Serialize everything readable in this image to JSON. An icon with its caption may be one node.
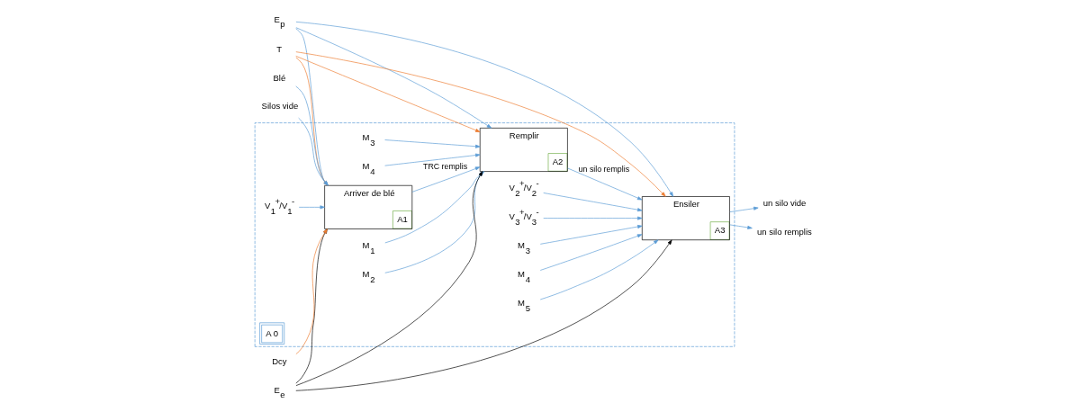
{
  "diagram": {
    "nodes": [
      {
        "text": [
          "A 0"
        ]
      },
      {
        "text": [
          "Arriver de blé",
          "A1"
        ],
        "in": 0
      },
      {
        "text": [
          "Remplir",
          "A2"
        ],
        "in": 0
      },
      {
        "text": [
          "Ensiler",
          "A3"
        ],
        "in": 0
      },
      {
        "text": [
          "E$_{p}$"
        ]
      },
      {
        "text": [
          "E$_{e}$"
        ]
      },
      {
        "text": [
          "Dcy"
        ]
      },
      {
        "text": [
          "T"
        ]
      },
      {
        "text": [
          "Blé"
        ]
      },
      {
        "text": [
          "Silos vide"
        ]
      },
      {
        "text": [
          "V$_{1}$$^{+}$/V$_{1}$$^{-}$"
        ],
        "in": 0
      },
      {
        "text": [
          "M$_{1}$"
        ],
        "in": 0
      },
      {
        "text": [
          "M$_{2}$"
        ],
        "in": 0
      },
      {
        "text": [
          "M$_{3}$"
        ],
        "in": 0
      },
      {
        "text": [
          "M$_{4}$"
        ],
        "in": 0
      },
      {
        "text": [
          "V$_{2}$$^{+}$/V$_{2}$$^{-}$"
        ],
        "in": 0
      },
      {
        "text": [
          "V$_{3}$$^{+}$/V$_{3}$$^{-}$"
        ],
        "in": 0
      },
      {
        "text": [
          "M$_{3}$"
        ],
        "in": 0
      },
      {
        "text": [
          "M$_{4}$"
        ],
        "in": 0
      },
      {
        "text": [
          "M$_{5}$"
        ],
        "in": 0
      },
      {
        "text": [
          "un silo vide"
        ]
      },
      {
        "text": [
          "un silo remplis"
        ]
      }
    ],
    "edges": [
      {
        "from": 8,
        "to": 1,
        "arrow": "to"
      },
      {
        "from": 9,
        "to": 1,
        "arrow": "to"
      },
      {
        "from": 4,
        "to": 1,
        "arrow": "to"
      },
      {
        "from": 5,
        "to": 1,
        "arrow": "to",
        "color": "#000000"
      },
      {
        "from": 6,
        "to": 1,
        "arrow": "to",
        "color": "#ed7d31"
      },
      {
        "from": 7,
        "to": 1,
        "arrow": "to",
        "color": "#ed7d31"
      },
      {
        "from": 4,
        "to": 2,
        "arrow": "to"
      },
      {
        "from": 7,
        "to": 2,
        "arrow": "to",
        "color": "#ed7d31"
      },
      {
        "from": 5,
        "to": 2,
        "arrow": "to",
        "color": "#000000"
      },
      {
        "from": 4,
        "to": 3,
        "arrow": "to"
      },
      {
        "from": 7,
        "to": 3,
        "arrow": "to",
        "color": "#ed7d31"
      },
      {
        "from": 5,
        "to": 3,
        "arrow": "to",
        "color": "#000000"
      },
      {
        "from": 10,
        "to": 1,
        "arrow": "to"
      },
      {
        "from": 1,
        "to": 2,
        "arrow": "to",
        "label": "TRC remplis"
      },
      {
        "from": 11,
        "to": 2,
        "arrow": "to"
      },
      {
        "from": 12,
        "to": 2,
        "arrow": "to"
      },
      {
        "from": 13,
        "to": 2,
        "arrow": "to"
      },
      {
        "from": 14,
        "to": 2,
        "arrow": "to"
      },
      {
        "from": 2,
        "to": 3,
        "arrow": "to",
        "label": "un silo remplis"
      },
      {
        "from": 15,
        "to": 3,
        "arrow": "to"
      },
      {
        "from": 16,
        "to": 3,
        "arrow": "to"
      },
      {
        "from": 17,
        "to": 3,
        "arrow": "to"
      },
      {
        "from": 18,
        "to": 3,
        "arrow": "to"
      },
      {
        "from": 19,
        "to": 3,
        "arrow": "to"
      },
      {
        "from": 3,
        "to": 20,
        "arrow": "to"
      },
      {
        "from": 3,
        "to": 21,
        "arrow": "to"
      }
    ]
  }
}
